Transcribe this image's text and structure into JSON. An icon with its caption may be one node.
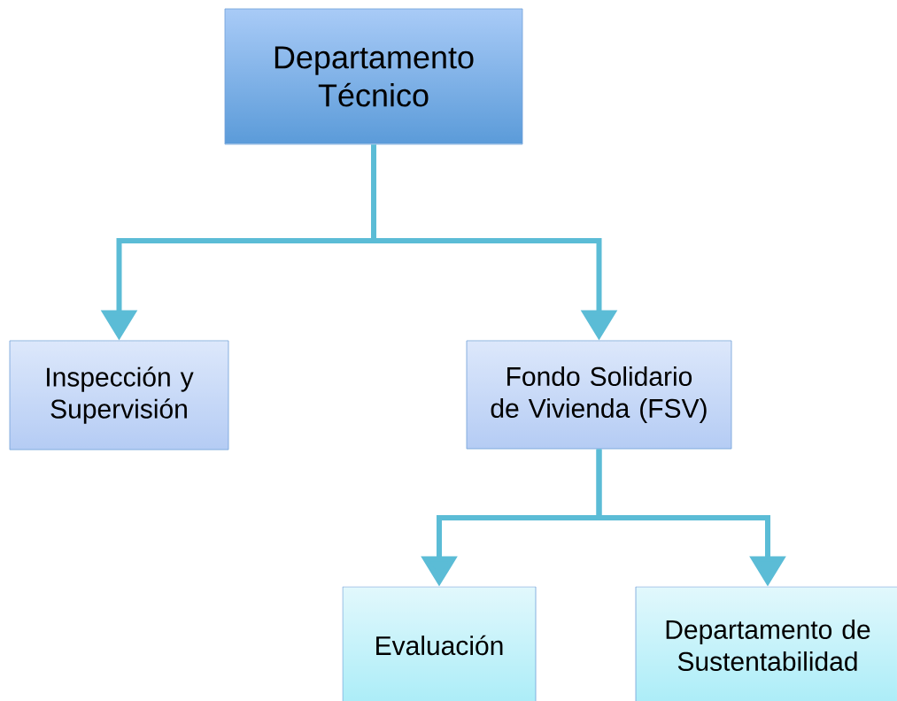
{
  "diagram": {
    "nodes": [
      {
        "text": [
          "Departamento Técnico"
        ]
      },
      {
        "text": [
          "Inspección y Supervisión"
        ]
      },
      {
        "text": [
          "Fondo Solidario de Vivienda (FSV)"
        ]
      },
      {
        "text": [
          "Evaluación"
        ]
      },
      {
        "text": [
          "Departamento de Sustentabilidad"
        ]
      }
    ],
    "edges": [
      {
        "from": 0,
        "to": 1,
        "arrow": "to"
      },
      {
        "from": 0,
        "to": 2,
        "arrow": "to"
      },
      {
        "from": 2,
        "to": 3,
        "arrow": "to"
      },
      {
        "from": 2,
        "to": 4,
        "arrow": "to"
      }
    ]
  }
}
